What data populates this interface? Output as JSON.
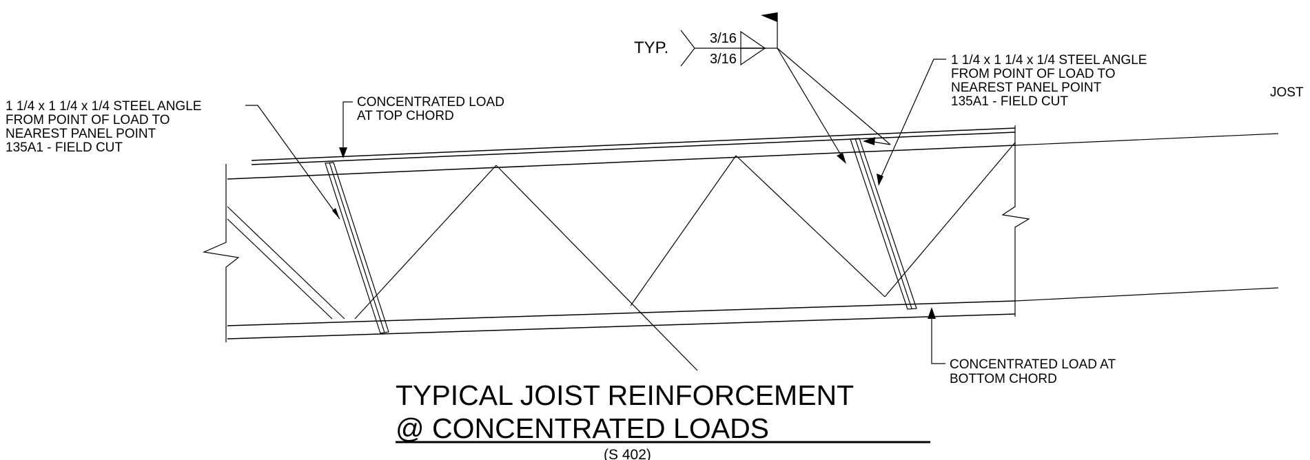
{
  "labels": {
    "angle_left": [
      "1 1/4 x 1 1/4 x 1/4 STEEL ANGLE",
      "FROM POINT OF LOAD TO",
      "NEAREST PANEL POINT",
      "135A1 - FIELD CUT"
    ],
    "angle_right": [
      "1 1/4 x 1 1/4 x 1/4 STEEL ANGLE",
      "FROM POINT OF LOAD TO",
      "NEAREST PANEL POINT",
      "135A1 - FIELD CUT"
    ],
    "load_top": [
      "CONCENTRATED LOAD",
      "AT TOP CHORD"
    ],
    "load_bottom": [
      "CONCENTRATED LOAD AT",
      "BOTTOM CHORD"
    ],
    "joist_cut": "JOST"
  },
  "weld_symbol": {
    "note": "TYP.",
    "size_top": "3/16",
    "size_bottom": "3/16"
  },
  "title": {
    "line1": "TYPICAL JOIST REINFORCEMENT",
    "line2": "@ CONCENTRATED LOADS",
    "reference": "(S 402)"
  }
}
